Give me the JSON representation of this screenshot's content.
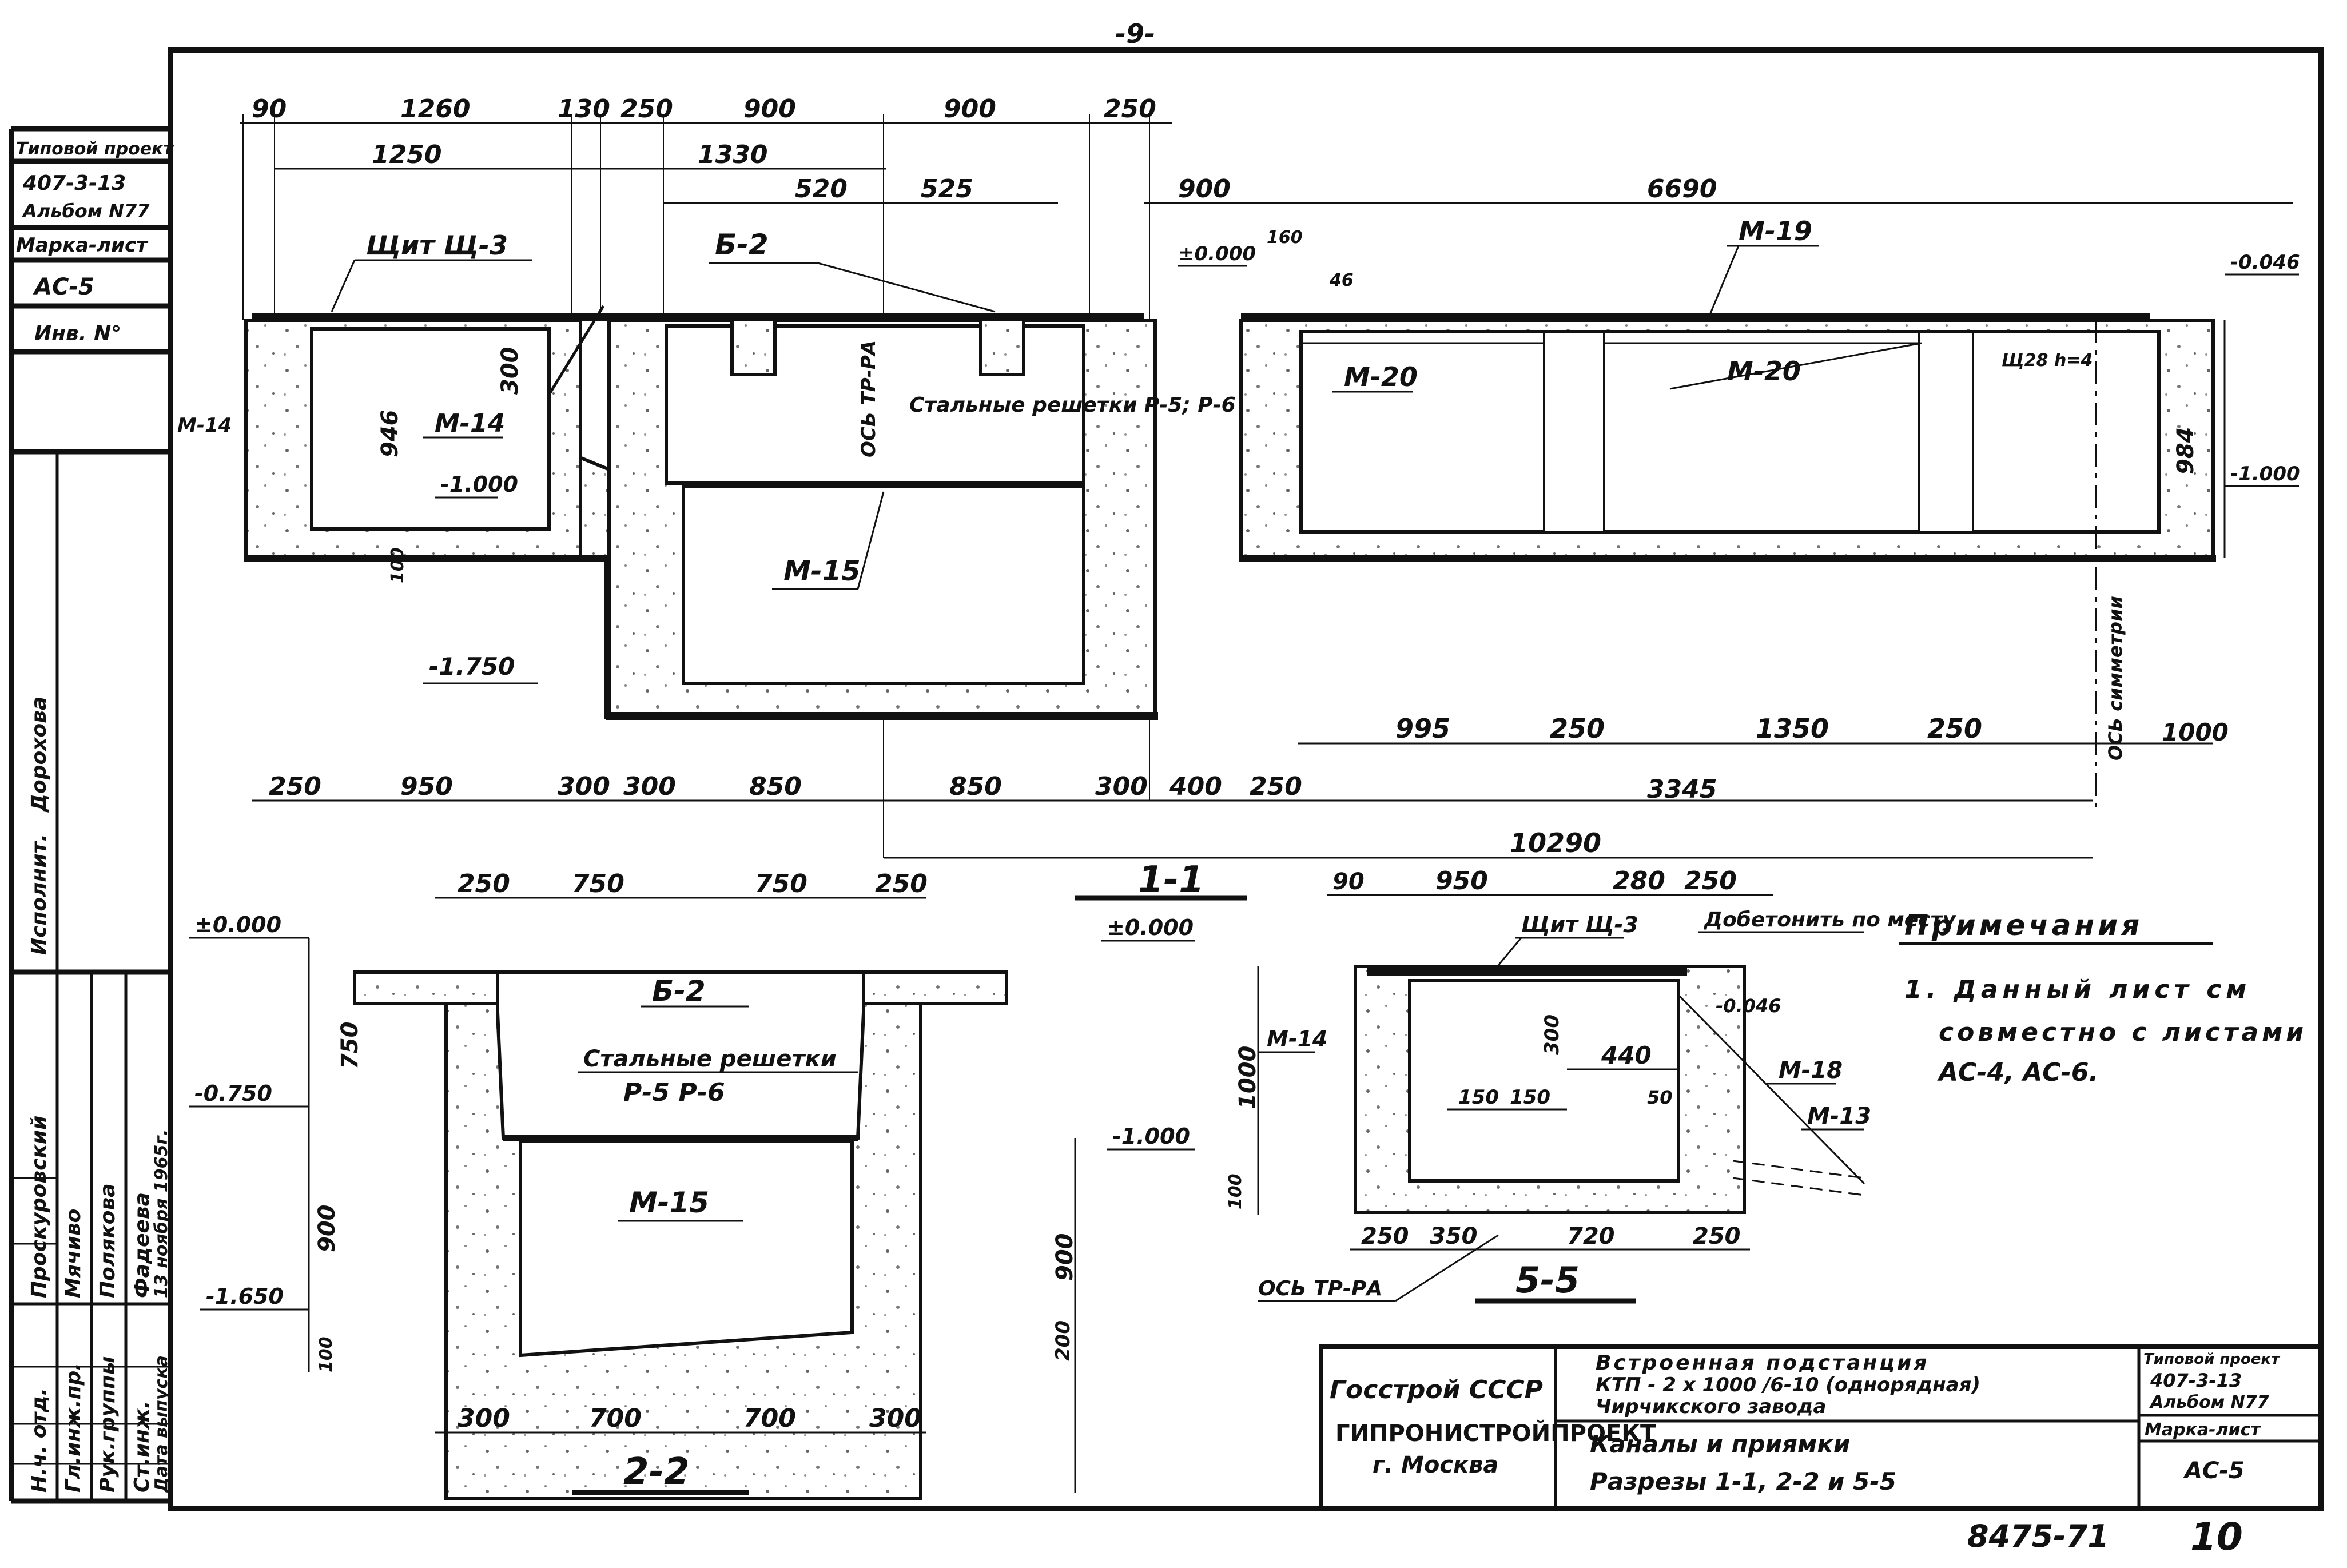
{
  "page_number": "-9-",
  "sheet_number": "10",
  "archive_number": "8475-71",
  "stamp": {
    "project_label": "Типовой проект",
    "project_number": "407-3-13",
    "album": "Альбом N77",
    "mark_label": "Марка-лист",
    "mark": "АС-5",
    "inv_label": "Инв. N°"
  },
  "side_block": {
    "roles": [
      "Н.ч. отд.",
      "Гл.инж.пр.",
      "Рук.группы",
      "Ст.инж.",
      "Дата выпуска"
    ],
    "names": [
      "Проскуровский",
      "Мячиво",
      "Полякова",
      "Фадеева",
      "13 ноября 1965г."
    ],
    "executor_label": "Исполнит.",
    "executor_name": "Дорохова"
  },
  "title_block": {
    "org": "Госстрой СССР",
    "institute": "ГИПРОНИСТРОЙПРОЕКТ",
    "city": "г. Москва",
    "title_lines": [
      "Встроенная подстанция",
      "КТП - 2 х 1000 /6-10 (однорядная)",
      "Чирчикского завода"
    ],
    "sheet_name": "Каналы и приямки",
    "sheet_subtitle": "Разрезы 1-1, 2-2 и 5-5",
    "project_label": "Типовой проект",
    "project_number": "407-3-13",
    "album": "Альбом N77",
    "mark_label": "Марка-лист",
    "mark": "АС-5"
  },
  "section_1_1": {
    "label": "1-1",
    "dims_top": [
      "90",
      "1260",
      "130",
      "250",
      "900",
      "900",
      "250"
    ],
    "dims_row2": [
      "1250",
      "1330"
    ],
    "dims_row3": [
      "520",
      "525"
    ],
    "dims_right_top": [
      "900",
      "6690"
    ],
    "labels": [
      "Щит Щ-3",
      "Б-2",
      "М-19",
      "М-20",
      "М-20",
      "М-14",
      "М-14",
      "М-15",
      "Стальные решетки Р-5; Р-6",
      "ОСЬ ТР-РА"
    ],
    "levels": [
      "±0.000",
      "-1.000",
      "-1.750",
      "-0.046",
      "-1.000"
    ],
    "small_dims": [
      "946",
      "300",
      "100",
      "984",
      "160",
      "46",
      "Щ28 h=4"
    ],
    "dims_bottom_right": [
      "995",
      "250",
      "1350",
      "250",
      "1000"
    ],
    "axis_label": "ОСЬ симметрии",
    "dims_bottom": [
      "250",
      "950",
      "300",
      "300",
      "850",
      "850",
      "300",
      "400",
      "250",
      "3345"
    ],
    "total": "10290"
  },
  "section_2_2": {
    "label": "2-2",
    "dims_top": [
      "250",
      "750",
      "750",
      "250"
    ],
    "labels": [
      "Б-2",
      "Стальные решетки",
      "Р-5  Р-6",
      "М-15"
    ],
    "levels": [
      "±0.000",
      "-0.750",
      "-1.650"
    ],
    "dims_side": [
      "750",
      "900",
      "100",
      "900",
      "200"
    ],
    "dims_bottom": [
      "300",
      "700",
      "700",
      "300"
    ]
  },
  "section_5_5": {
    "label": "5-5",
    "dims_top": [
      "90",
      "950",
      "280",
      "250"
    ],
    "labels": [
      "Щит Щ-3",
      "Добетонить по месту",
      "М-14",
      "М-18",
      "М-13",
      "ОСЬ ТР-РА"
    ],
    "levels": [
      "±0.000",
      "-1.000",
      "-0.046"
    ],
    "dims_inner": [
      "300",
      "440",
      "150",
      "150",
      "50",
      "1000",
      "100"
    ],
    "dims_bottom": [
      "250",
      "350",
      "720",
      "250"
    ]
  },
  "notes": {
    "heading": "Примечания",
    "lines": [
      "1. Данный лист см",
      "совместно с листами",
      "АС-4, АС-6."
    ]
  }
}
